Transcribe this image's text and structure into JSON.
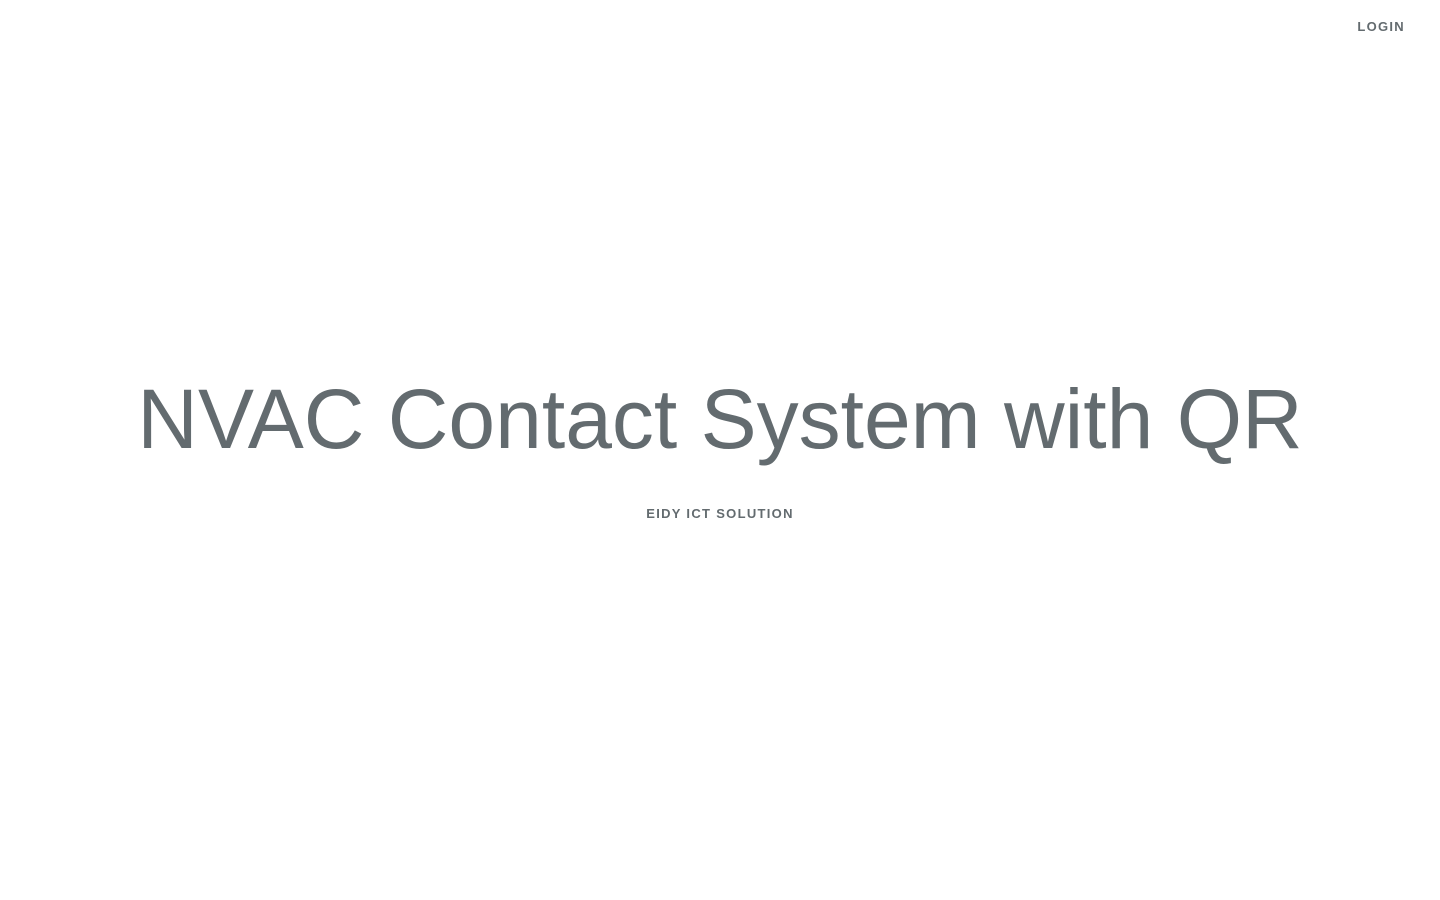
{
  "nav": {
    "login_label": "LOGIN"
  },
  "hero": {
    "title": "NVAC Contact System with QR",
    "subtitle_link": "EIDY ICT SOLUTION"
  },
  "colors": {
    "text": "#636b6f",
    "background": "#ffffff"
  }
}
